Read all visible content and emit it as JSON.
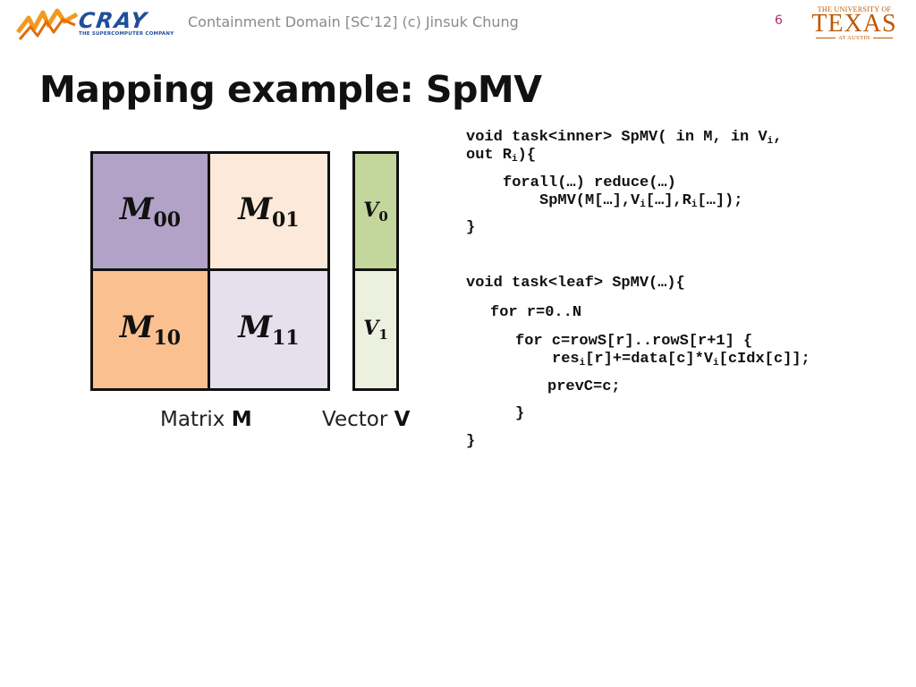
{
  "header": {
    "cray_name": "CRAY",
    "cray_tagline": "THE SUPERCOMPUTER COMPANY",
    "text": "Containment Domain [SC'12] (c) Jinsuk Chung",
    "page_number": "6",
    "ut_line1": "THE UNIVERSITY OF",
    "ut_line2": "TEXAS",
    "ut_line3": "AT AUSTIN"
  },
  "title": "Mapping example: SpMV",
  "matrix": {
    "cells": [
      {
        "base": "M",
        "sub": "00",
        "color": "#b3a2c7"
      },
      {
        "base": "M",
        "sub": "01",
        "color": "#fce9d9"
      },
      {
        "base": "M",
        "sub": "10",
        "color": "#fac090"
      },
      {
        "base": "M",
        "sub": "11",
        "color": "#e6e0ec"
      }
    ],
    "caption_prefix": "Matrix ",
    "caption_bold": "M"
  },
  "vector": {
    "cells": [
      {
        "base": "V",
        "sub": "0",
        "color": "#c3d69b"
      },
      {
        "base": "V",
        "sub": "1",
        "color": "#ebf1de"
      }
    ],
    "caption_prefix": "Vector ",
    "caption_bold": "V"
  },
  "code": {
    "inner_a": "void task<inner> SpMV( in M, in V",
    "inner_a_sub": "i",
    "inner_a_end": ",",
    "inner_b": "out R",
    "inner_b_sub": "i",
    "inner_b_end": "){",
    "forall": "forall(…) reduce(…)",
    "spmv_a": "SpMV(M[…],V",
    "spmv_sub1": "i",
    "spmv_b": "[…],R",
    "spmv_sub2": "i",
    "spmv_c": "[…]);",
    "close1": "}",
    "leaf": "void task<leaf> SpMV(…){",
    "for_r": "for r=0..N",
    "for_c": "for c=rowS[r]..rowS[r+1] {",
    "res_a": "res",
    "res_sub1": "i",
    "res_b": "[r]+=data[c]*V",
    "res_sub2": "i",
    "res_c": "[cIdx[c]];",
    "prevc": "prevC=c;",
    "close2": "}",
    "close3": "}"
  }
}
